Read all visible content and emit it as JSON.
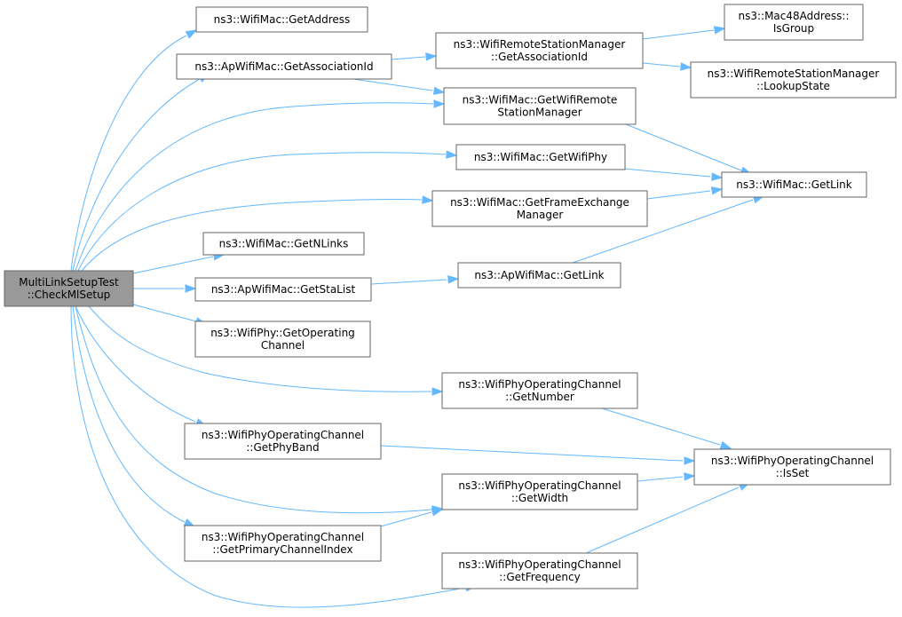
{
  "diagram": {
    "colors": {
      "edge": "#63b8ff",
      "root_fill": "#999999",
      "node_border": "#666666"
    },
    "nodes": {
      "root": [
        "MultiLinkSetupTest",
        "::CheckMlSetup"
      ],
      "getAddress": [
        "ns3::WifiMac::GetAddress"
      ],
      "apGetAssociationId": [
        "ns3::ApWifiMac::GetAssociationId"
      ],
      "wrsmGetAssociationId": [
        "ns3::WifiRemoteStationManager",
        "::GetAssociationId"
      ],
      "mac48IsGroup": [
        "ns3::Mac48Address::",
        "IsGroup"
      ],
      "wrsmLookupState": [
        "ns3::WifiRemoteStationManager",
        "::LookupState"
      ],
      "getWifiRemoteStationManager": [
        "ns3::WifiMac::GetWifiRemote",
        "StationManager"
      ],
      "getWifiPhy": [
        "ns3::WifiMac::GetWifiPhy"
      ],
      "macGetLink": [
        "ns3::WifiMac::GetLink"
      ],
      "getFrameExchangeManager": [
        "ns3::WifiMac::GetFrameExchange",
        "Manager"
      ],
      "getNLinks": [
        "ns3::WifiMac::GetNLinks"
      ],
      "getStaList": [
        "ns3::ApWifiMac::GetStaList"
      ],
      "apGetLink": [
        "ns3::ApWifiMac::GetLink"
      ],
      "getOperatingChannel": [
        "ns3::WifiPhy::GetOperating",
        "Channel"
      ],
      "getNumber": [
        "ns3::WifiPhyOperatingChannel",
        "::GetNumber"
      ],
      "getPhyBand": [
        "ns3::WifiPhyOperatingChannel",
        "::GetPhyBand"
      ],
      "isSet": [
        "ns3::WifiPhyOperatingChannel",
        "::IsSet"
      ],
      "getWidth": [
        "ns3::WifiPhyOperatingChannel",
        "::GetWidth"
      ],
      "getPrimaryChannelIndex": [
        "ns3::WifiPhyOperatingChannel",
        "::GetPrimaryChannelIndex"
      ],
      "getFrequency": [
        "ns3::WifiPhyOperatingChannel",
        "::GetFrequency"
      ]
    },
    "edges": [
      [
        "root",
        "getAddress"
      ],
      [
        "root",
        "apGetAssociationId"
      ],
      [
        "root",
        "getWifiRemoteStationManager"
      ],
      [
        "root",
        "getWifiPhy"
      ],
      [
        "root",
        "getFrameExchangeManager"
      ],
      [
        "root",
        "getNLinks"
      ],
      [
        "root",
        "getStaList"
      ],
      [
        "root",
        "getOperatingChannel"
      ],
      [
        "root",
        "getNumber"
      ],
      [
        "root",
        "getPhyBand"
      ],
      [
        "root",
        "getWidth"
      ],
      [
        "root",
        "getPrimaryChannelIndex"
      ],
      [
        "root",
        "getFrequency"
      ],
      [
        "apGetAssociationId",
        "wrsmGetAssociationId"
      ],
      [
        "apGetAssociationId",
        "getWifiRemoteStationManager"
      ],
      [
        "wrsmGetAssociationId",
        "mac48IsGroup"
      ],
      [
        "wrsmGetAssociationId",
        "wrsmLookupState"
      ],
      [
        "getWifiRemoteStationManager",
        "macGetLink"
      ],
      [
        "getWifiPhy",
        "macGetLink"
      ],
      [
        "getFrameExchangeManager",
        "macGetLink"
      ],
      [
        "getStaList",
        "apGetLink"
      ],
      [
        "apGetLink",
        "macGetLink"
      ],
      [
        "getNumber",
        "isSet"
      ],
      [
        "getPhyBand",
        "isSet"
      ],
      [
        "getWidth",
        "isSet"
      ],
      [
        "getPrimaryChannelIndex",
        "getWidth"
      ],
      [
        "getFrequency",
        "isSet"
      ]
    ]
  }
}
